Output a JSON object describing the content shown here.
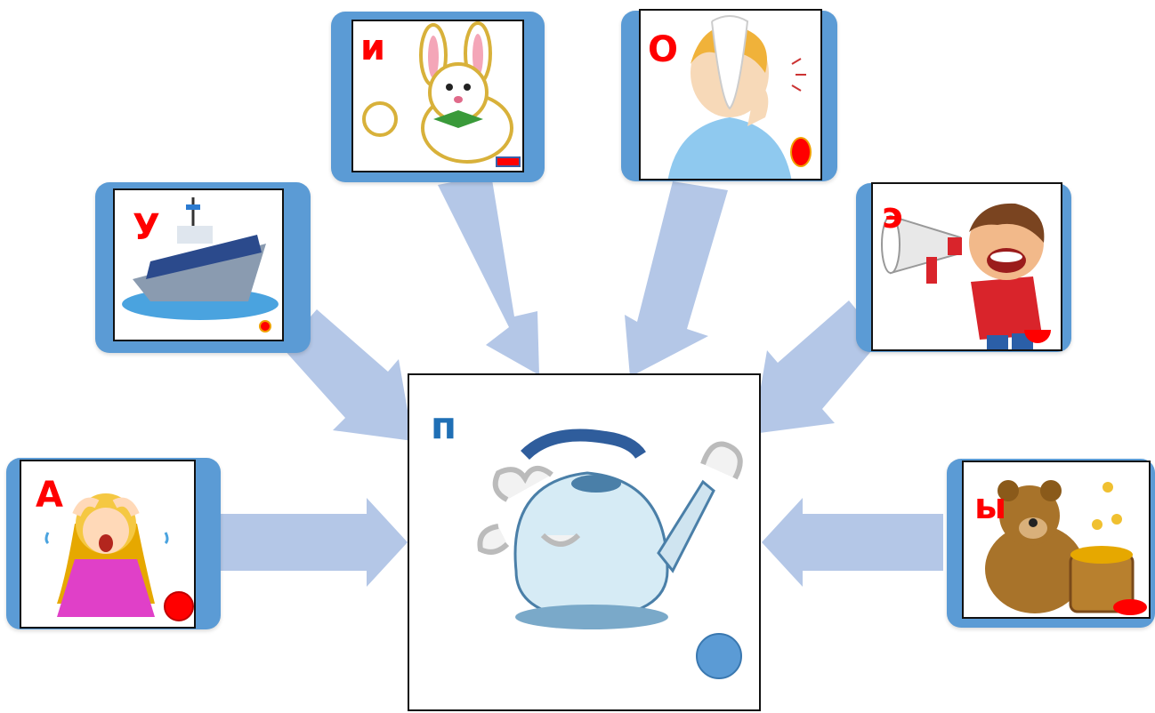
{
  "center": {
    "letter": "п",
    "picture_icon": "boiling-kettle-icon",
    "marker_shape": "circle",
    "marker_color": "#5b9bd5"
  },
  "cards": [
    {
      "id": "a",
      "letter": "А",
      "picture_icon": "crying-girl-icon",
      "marker_shape": "big-dot"
    },
    {
      "id": "u",
      "letter": "У",
      "picture_icon": "ship-icon",
      "marker_shape": "small-dot"
    },
    {
      "id": "i",
      "letter": "и",
      "picture_icon": "rabbit-icon",
      "marker_shape": "dash"
    },
    {
      "id": "o",
      "letter": "О",
      "picture_icon": "toothache-boy-icon",
      "marker_shape": "oval"
    },
    {
      "id": "e",
      "letter": "э",
      "picture_icon": "boy-megaphone-icon",
      "marker_shape": "half-circle"
    },
    {
      "id": "y",
      "letter": "ы",
      "picture_icon": "bear-honey-icon",
      "marker_shape": "wide-oval"
    }
  ],
  "colors": {
    "frame": "#5b9bd5",
    "arrow": "#b4c7e7",
    "letter": "#ff0000",
    "center_letter": "#1f6fb5",
    "marker": "#ff0000"
  }
}
